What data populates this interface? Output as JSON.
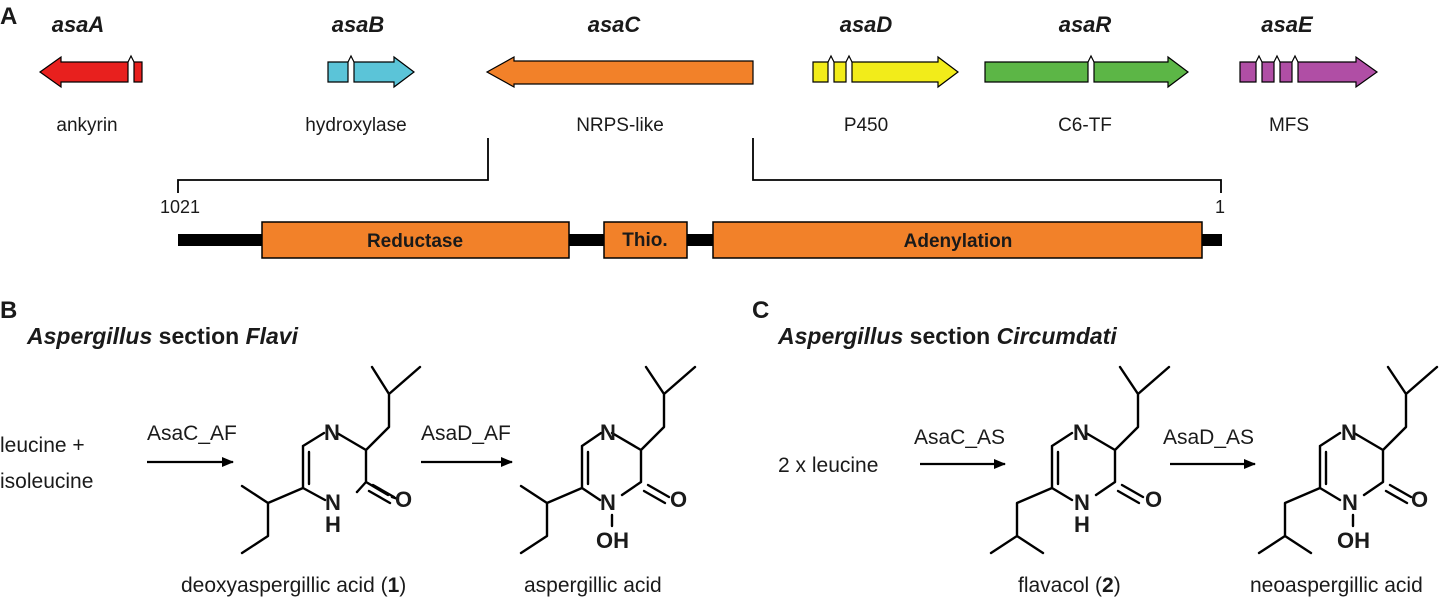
{
  "panels": {
    "a": "A",
    "b": "B",
    "c": "C"
  },
  "genes": [
    {
      "name": "asaA",
      "function": "ankyrin",
      "color": "#e8201e"
    },
    {
      "name": "asaB",
      "function": "hydroxylase",
      "color": "#5bc4d8"
    },
    {
      "name": "asaC",
      "function": "NRPS-like",
      "color": "#f28129"
    },
    {
      "name": "asaD",
      "function": "P450",
      "color": "#f2ec1a"
    },
    {
      "name": "asaR",
      "function": "C6-TF",
      "color": "#5cb646"
    },
    {
      "name": "asaE",
      "function": "MFS",
      "color": "#b04ea5"
    }
  ],
  "domain_map": {
    "start": "1021",
    "end": "1",
    "domains": [
      "Reductase",
      "Thio.",
      "Adenylation"
    ],
    "domain_color": "#f28129"
  },
  "section_b": {
    "prefix": "Aspergillus",
    "middle": " section ",
    "suffix": "Flavi",
    "substrate_line1": "leucine +",
    "substrate_line2": "isoleucine",
    "enzyme1": "AsaC_AF",
    "enzyme2": "AsaD_AF",
    "product1_name": "deoxyaspergillic acid (",
    "product1_num": "1",
    "product1_close": ")",
    "product2_name": "aspergillic acid"
  },
  "section_c": {
    "prefix": "Aspergillus",
    "middle": " section ",
    "suffix": "Circumdati",
    "substrate": "2 x leucine",
    "enzyme1": "AsaC_AS",
    "enzyme2": "AsaD_AS",
    "product1_name": "flavacol (",
    "product1_num": "2",
    "product1_close": ")",
    "product2_name": "neoaspergillic acid"
  },
  "atoms": {
    "n": "N",
    "nh": "N",
    "h": "H",
    "o": "O",
    "oh": "OH"
  }
}
